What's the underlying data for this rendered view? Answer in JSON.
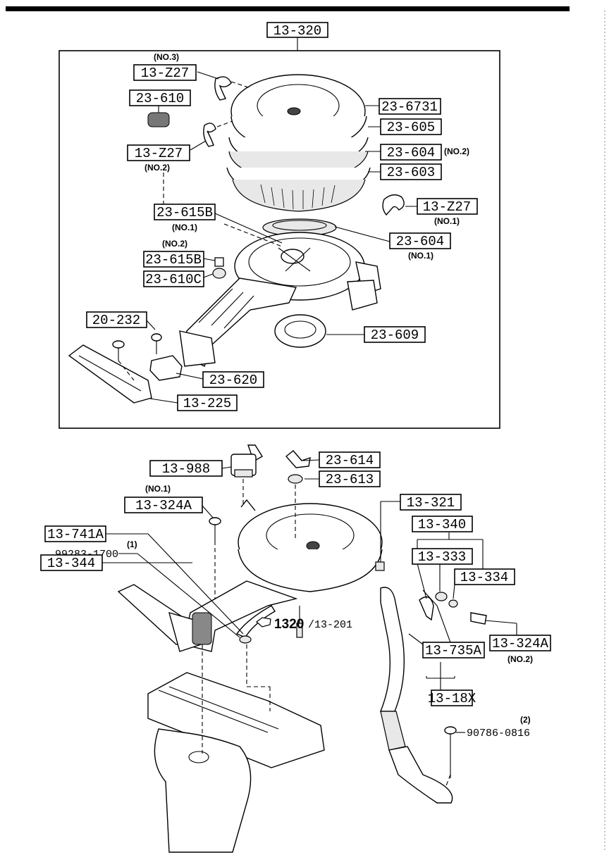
{
  "labels": {
    "top_ref": "13-320",
    "clip_no3": "13-Z27",
    "clip_no3_note": "(NO.3)",
    "filter_element_small": "23-610",
    "clip_no2": "13-Z27",
    "clip_no2_note": "(NO.2)",
    "cover": "23-6731",
    "seal_top": "23-605",
    "gasket_no2": "23-604",
    "gasket_no2_note": "(NO.2)",
    "element": "23-603",
    "clip_no1": "13-Z27",
    "clip_no1_note": "(NO.1)",
    "gasket_no1": "23-604",
    "gasket_no1_note": "(NO.1)",
    "grommet_no1": "23-615B",
    "grommet_no1_note": "(NO.1)",
    "grommet_no2": "23-615B",
    "grommet_no2_note": "(NO.2)",
    "collar": "23-610C",
    "bolt": "20-232",
    "ring_gasket": "23-609",
    "bracket": "23-620",
    "duct": "13-225",
    "valve": "13-988",
    "wing_nut": "23-614",
    "washer": "23-613",
    "bolt_no1": "13-324A",
    "bolt_no1_note": "(NO.1)",
    "assy": "13-321",
    "hose_set": "13-340",
    "hose_a": "13-333",
    "hose_b": "13-334",
    "hose_741": "13-741A",
    "screw_pn": "99283-1700",
    "screw_note": "(1)",
    "ref_ptr": "1320",
    "ref_ptr_sub": "/13-201",
    "hose_735": "13-735A",
    "bolt_no2": "13-324A",
    "bolt_no2_note": "(NO.2)",
    "pipe": "13-18X",
    "grommet_bottom": "13-344",
    "bolt_pn": "90786-0816",
    "bolt_note": "(2)"
  }
}
